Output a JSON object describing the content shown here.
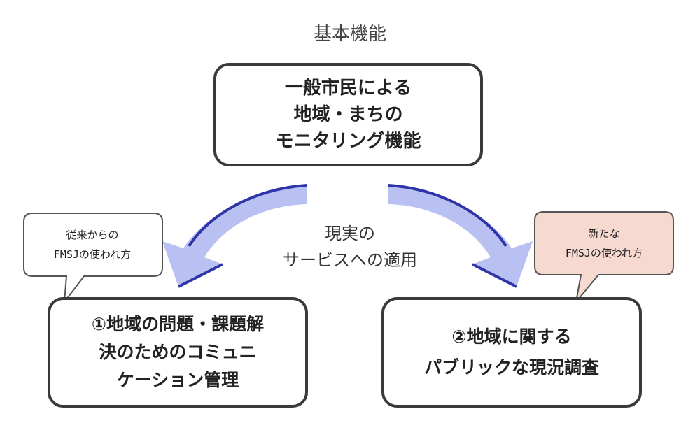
{
  "title": "基本機能",
  "top_box": {
    "lines": [
      "一般市民による",
      "地域・まちの",
      "モニタリング機能"
    ]
  },
  "center_label": {
    "lines": [
      "現実の",
      "サービスへの適用"
    ]
  },
  "left_box": {
    "lines": [
      "①地域の問題・課題解",
      "決のためのコミュニ",
      "ケーション管理"
    ]
  },
  "right_box": {
    "lines": [
      "②地域に関する",
      "パブリックな現況調査"
    ]
  },
  "left_callout": {
    "lines": [
      "従来からの",
      "FMSJの使われ方"
    ]
  },
  "right_callout": {
    "lines": [
      "新たな",
      "FMSJの使われ方"
    ]
  },
  "colors": {
    "arrow_fill": "#b9c1f2",
    "arrow_edge": "#2e35a8",
    "box_border": "#3a3a3a",
    "right_callout_fill": "#f6d9cf"
  }
}
